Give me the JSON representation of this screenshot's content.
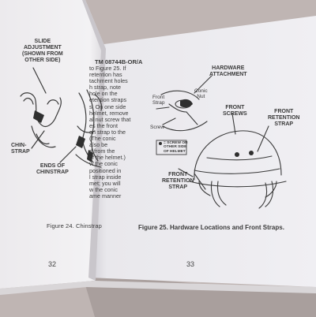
{
  "left_page": {
    "label_slide_adjustment": [
      "SLIDE",
      "ADJUSTMENT",
      "(SHOWN FROM",
      "OTHER SIDE)"
    ],
    "label_chin_strap": [
      "CHIN-",
      "STRAP"
    ],
    "label_ends_of_chinstrap": [
      "ENDS OF",
      "CHINSTRAP"
    ],
    "figure_caption": "Figure 24. Chinstrap",
    "page_number": "32"
  },
  "right_page": {
    "header": "TM 08744B-OR/A",
    "body_lines": [
      "to Figure 25.  If",
      "retention has",
      "tachment holes",
      "h strap, note",
      "hole on the",
      "etention straps",
      "s.  On one side",
      "helmet, remove",
      "al nut screw that",
      "es the front",
      "on strap to the",
      "  (The conic",
      "also be",
      "d from the",
      "of the helmet.)",
      "w the conic",
      "positioned in",
      "l strap inside",
      "met; you will",
      "w the conic",
      "ame manner"
    ],
    "label_hardware_attachment": [
      "HARDWARE",
      "ATTACHMENT"
    ],
    "label_conic_nut": [
      "Conic",
      "Nut"
    ],
    "label_front_strap": [
      "Front",
      "Strap"
    ],
    "label_screw": "Screw",
    "label_front_screws": [
      "FRONT",
      "SCREWS"
    ],
    "label_front_retention_strap_right": [
      "FRONT",
      "RETENTION",
      "STRAP"
    ],
    "label_screw_on_other_side": [
      "= SCREW ON",
      "OTHER SIDE",
      "OF HELMET"
    ],
    "label_front_retention_strap_left": [
      "FRONT",
      "RETENTION",
      "STRAP"
    ],
    "figure_caption": "Figure 25.  Hardware Locations and Front Straps.",
    "page_number": "33"
  },
  "colors": {
    "background": "#bfb5b3",
    "left_page": "#f1f0f2",
    "right_page": "#eeedf1",
    "ink": "#3a3a3a"
  }
}
